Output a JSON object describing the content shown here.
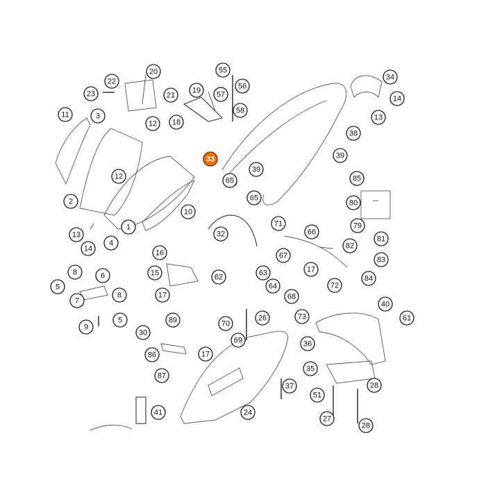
{
  "diagram": {
    "highlight_color": "#e8730c",
    "callouts": [
      {
        "label": "55"
      },
      {
        "label": "56"
      },
      {
        "label": "57"
      },
      {
        "label": "58"
      },
      {
        "label": "20"
      },
      {
        "label": "22"
      },
      {
        "label": "23"
      },
      {
        "label": "21"
      },
      {
        "label": "19"
      },
      {
        "label": "34"
      },
      {
        "label": "14"
      },
      {
        "label": "13"
      },
      {
        "label": "11"
      },
      {
        "label": "3"
      },
      {
        "label": "12"
      },
      {
        "label": "18"
      },
      {
        "label": "38"
      },
      {
        "label": "39"
      },
      {
        "label": "33",
        "selected": true
      },
      {
        "label": "39"
      },
      {
        "label": "65"
      },
      {
        "label": "65"
      },
      {
        "label": "12"
      },
      {
        "label": "85"
      },
      {
        "label": "80"
      },
      {
        "label": "2"
      },
      {
        "label": "10"
      },
      {
        "label": "1"
      },
      {
        "label": "13"
      },
      {
        "label": "4"
      },
      {
        "label": "14"
      },
      {
        "label": "32"
      },
      {
        "label": "71"
      },
      {
        "label": "66"
      },
      {
        "label": "79"
      },
      {
        "label": "81"
      },
      {
        "label": "82"
      },
      {
        "label": "83"
      },
      {
        "label": "67"
      },
      {
        "label": "16"
      },
      {
        "label": "15"
      },
      {
        "label": "62"
      },
      {
        "label": "63"
      },
      {
        "label": "64"
      },
      {
        "label": "17"
      },
      {
        "label": "72"
      },
      {
        "label": "84"
      },
      {
        "label": "8"
      },
      {
        "label": "6"
      },
      {
        "label": "5"
      },
      {
        "label": "7"
      },
      {
        "label": "8"
      },
      {
        "label": "17"
      },
      {
        "label": "68"
      },
      {
        "label": "73"
      },
      {
        "label": "40"
      },
      {
        "label": "61"
      },
      {
        "label": "9"
      },
      {
        "label": "5"
      },
      {
        "label": "89"
      },
      {
        "label": "70"
      },
      {
        "label": "26"
      },
      {
        "label": "30"
      },
      {
        "label": "69"
      },
      {
        "label": "36"
      },
      {
        "label": "86"
      },
      {
        "label": "17"
      },
      {
        "label": "87"
      },
      {
        "label": "35"
      },
      {
        "label": "37"
      },
      {
        "label": "28"
      },
      {
        "label": "51"
      },
      {
        "label": "41"
      },
      {
        "label": "24"
      },
      {
        "label": "27"
      },
      {
        "label": "28"
      }
    ]
  }
}
